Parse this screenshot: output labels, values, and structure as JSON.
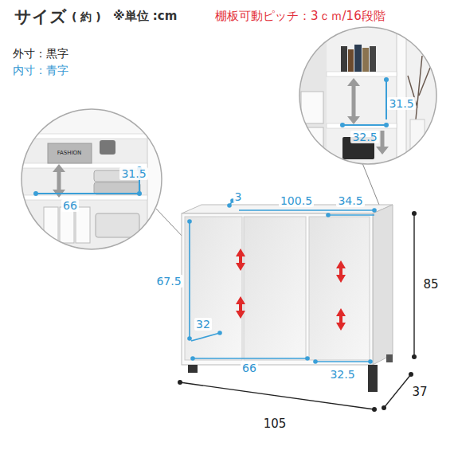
{
  "diagram": {
    "title": "サイズ",
    "labels": [
      "( 約 )",
      "※単位 :cm",
      "棚板可動ピッチ：3ｃｍ/16段階",
      "外寸：黒字",
      "内寸：青字",
      "31.5",
      "66",
      "31.5",
      "32.5",
      "3",
      "100.5",
      "34.5",
      "67.5",
      "32",
      "66",
      "32.5",
      "85",
      "105",
      "37",
      "FASHION"
    ]
  }
}
